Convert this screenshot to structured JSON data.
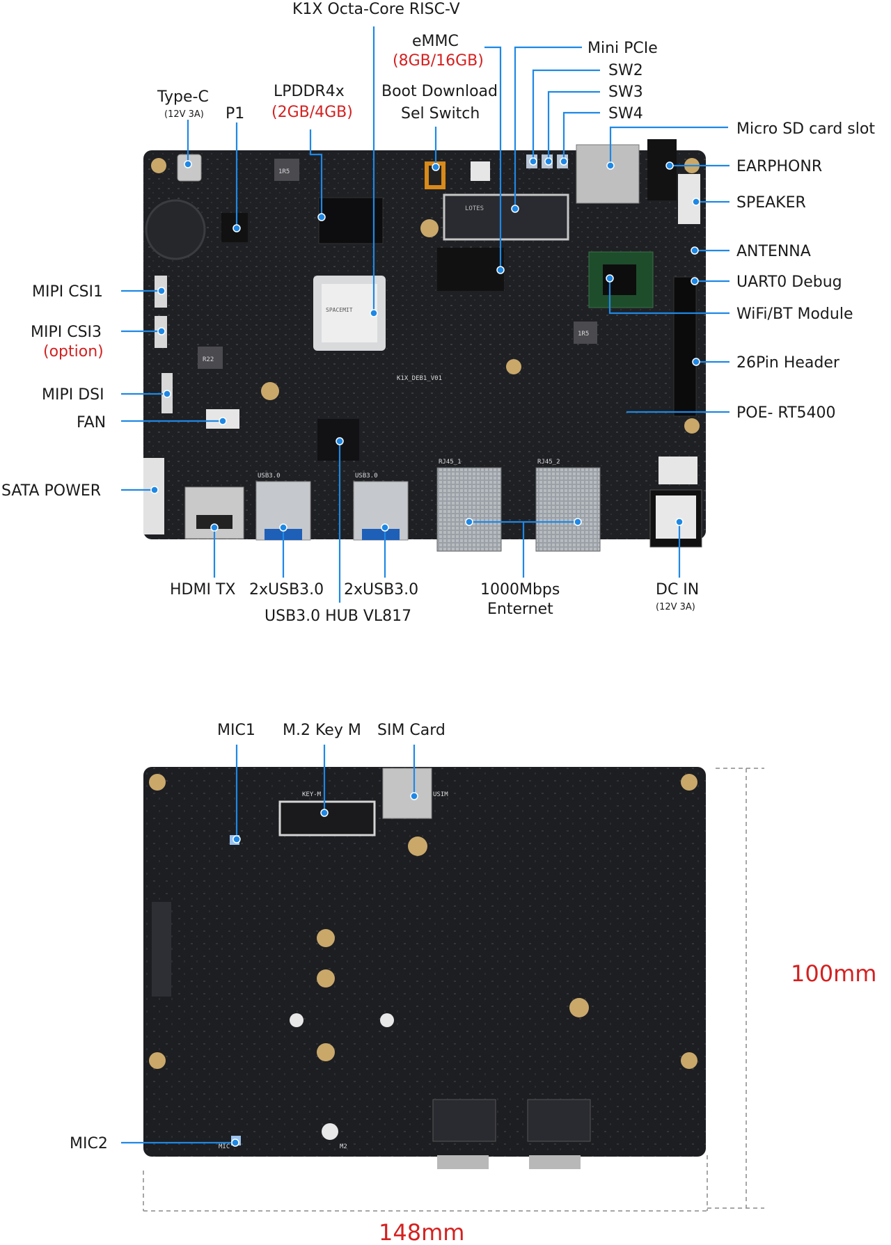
{
  "top_view": {
    "callouts": {
      "cpu": "K1X Octa-Core RISC-V",
      "emmc": "eMMC",
      "emmc_size": "(8GB/16GB)",
      "mini_pcie": "Mini PCIe",
      "sw2": "SW2",
      "sw3": "SW3",
      "sw4": "SW4",
      "lpddr": "LPDDR4x",
      "lpddr_size": "(2GB/4GB)",
      "boot_switch_1": "Boot Download",
      "boot_switch_2": "Sel Switch",
      "type_c": "Type-C",
      "type_c_rating": "(12V 3A)",
      "p1": "P1",
      "micro_sd": "Micro SD card slot",
      "earphone": "EARPHONR",
      "speaker": "SPEAKER",
      "antenna": "ANTENNA",
      "uart0": "UART0 Debug",
      "wifi_bt": "WiFi/BT Module",
      "header_26pin": "26Pin Header",
      "poe": "POE- RT5400",
      "mipi_csi1": "MIPI CSI1",
      "mipi_csi3": "MIPI CSI3",
      "mipi_csi3_note": "(option)",
      "mipi_dsi": "MIPI DSI",
      "fan": "FAN",
      "sata_power": "SATA POWER",
      "hdmi_tx": "HDMI TX",
      "usb3_a": "2xUSB3.0",
      "usb3_b": "2xUSB3.0",
      "usb_hub": "USB3.0 HUB VL817",
      "ethernet_1": "1000Mbps",
      "ethernet_2": "Enternet",
      "dc_in": "DC IN",
      "dc_in_rating": "(12V 3A)"
    },
    "silkscreen": {
      "inductor_1": "1R5",
      "inductor_2": "1R5",
      "inductor_3": "R22",
      "cpu_brand": "SPACEMIT",
      "board_name": "K1X_DEB1_V01",
      "rj45_1": "RJ45_1",
      "rj45_2": "RJ45_2",
      "usb_1": "USB3.0",
      "usb_2": "USB3.0",
      "pcie_slot": "LOTES"
    }
  },
  "bottom_view": {
    "callouts": {
      "mic1": "MIC1",
      "m2_key_m": "M.2 Key M",
      "sim_card": "SIM Card",
      "mic2": "MIC2"
    },
    "silkscreen": {
      "key_m": "KEY-M",
      "usim": "USIM",
      "m2": "M2",
      "mic": "MIC"
    },
    "dimensions": {
      "height": "100mm",
      "width": "148mm"
    }
  },
  "colors": {
    "pcb": "#1f2024",
    "leader": "#1e88e5",
    "accent_red": "#d42020",
    "text": "#1a1a1a"
  }
}
